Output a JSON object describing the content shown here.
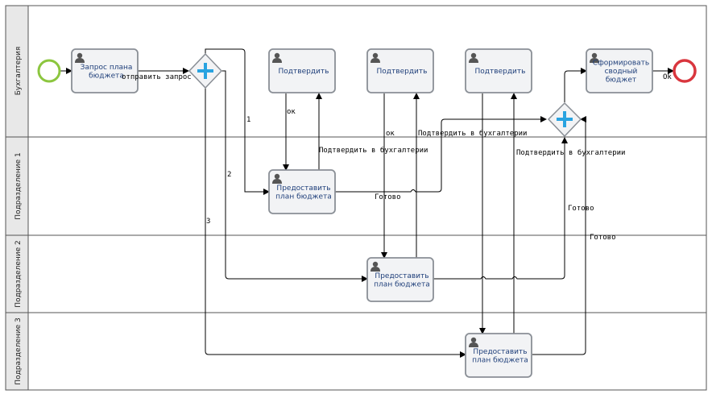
{
  "lanes": [
    {
      "id": "lane-buhgalteriya",
      "label": "Бухгалтерия"
    },
    {
      "id": "lane-podrazdelenie-1",
      "label": "Подразделение 1"
    },
    {
      "id": "lane-podrazdelenie-2",
      "label": "Подразделение 2"
    },
    {
      "id": "lane-podrazdelenie-3",
      "label": "Подразделение 3"
    }
  ],
  "tasks": [
    {
      "id": "task-zapros",
      "lines": [
        "Запрос плана",
        "бюджета"
      ]
    },
    {
      "id": "task-podtverdit-1",
      "lines": [
        "Подтвердить"
      ]
    },
    {
      "id": "task-podtverdit-2",
      "lines": [
        "Подтвердить"
      ]
    },
    {
      "id": "task-podtverdit-3",
      "lines": [
        "Подтвердить"
      ]
    },
    {
      "id": "task-svodny",
      "lines": [
        "Сформировать",
        "сводный",
        "бюджет"
      ]
    },
    {
      "id": "task-plan-1",
      "lines": [
        "Предоставить",
        "план бюджета"
      ]
    },
    {
      "id": "task-plan-2",
      "lines": [
        "Предоставить",
        "план бюджета"
      ]
    },
    {
      "id": "task-plan-3",
      "lines": [
        "Предоставить",
        "план бюджета"
      ]
    }
  ],
  "edge_labels": {
    "send_request": "отправить запрос",
    "branch_1": "1",
    "branch_2": "2",
    "branch_3": "3",
    "ok_1": "ок",
    "ok_2": "ок",
    "confirm_acc_1": "Подтвердить в бухгалтерии",
    "confirm_acc_2": "Подтвердить в бухгалтерии",
    "confirm_acc_3": "Подтвердить в бухгалтерии",
    "ready_1": "Готово",
    "ready_2": "Готово",
    "ready_3": "Готово",
    "end_label": "Ok"
  },
  "colors": {
    "start_event": "#8cc63f",
    "end_event": "#d9363e",
    "gateway_plus": "#29a3e0",
    "task_fill": "#f2f3f5",
    "task_border": "#8a8f96",
    "lane_header": "#e8e8e8"
  }
}
